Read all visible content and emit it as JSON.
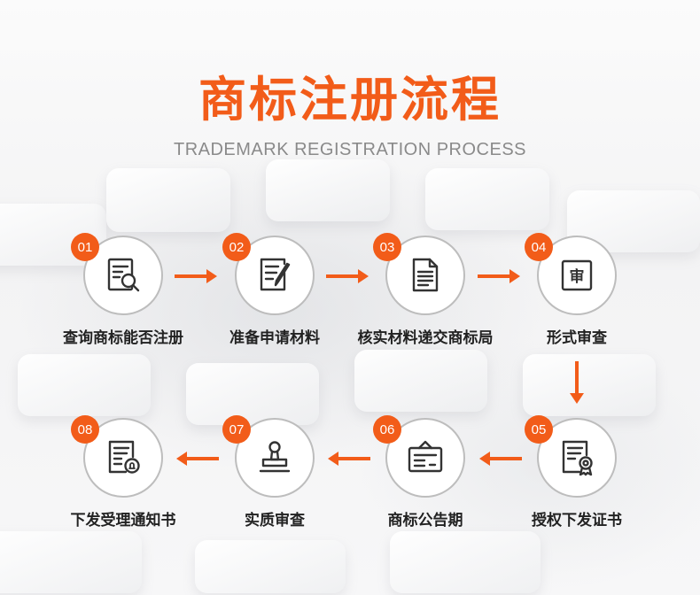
{
  "title": "商标注册流程",
  "subtitle": "TRADEMARK REGISTRATION PROCESS",
  "colors": {
    "accent": "#f25c19",
    "circle_border": "#bdbdbd",
    "icon": "#333333",
    "label": "#222222"
  },
  "steps": [
    {
      "num": "01",
      "label": "查询商标能否注册",
      "icon": "search-document-icon"
    },
    {
      "num": "02",
      "label": "准备申请材料",
      "icon": "edit-document-icon"
    },
    {
      "num": "03",
      "label": "核实材料递交商标局",
      "icon": "document-icon"
    },
    {
      "num": "04",
      "label": "形式审查",
      "icon": "review-stamp-icon"
    },
    {
      "num": "05",
      "label": "授权下发证书",
      "icon": "certificate-icon"
    },
    {
      "num": "06",
      "label": "商标公告期",
      "icon": "notice-board-icon"
    },
    {
      "num": "07",
      "label": "实质审查",
      "icon": "seal-stamp-icon"
    },
    {
      "num": "08",
      "label": "下发受理通知书",
      "icon": "notification-icon"
    }
  ],
  "stamp_text": "审"
}
